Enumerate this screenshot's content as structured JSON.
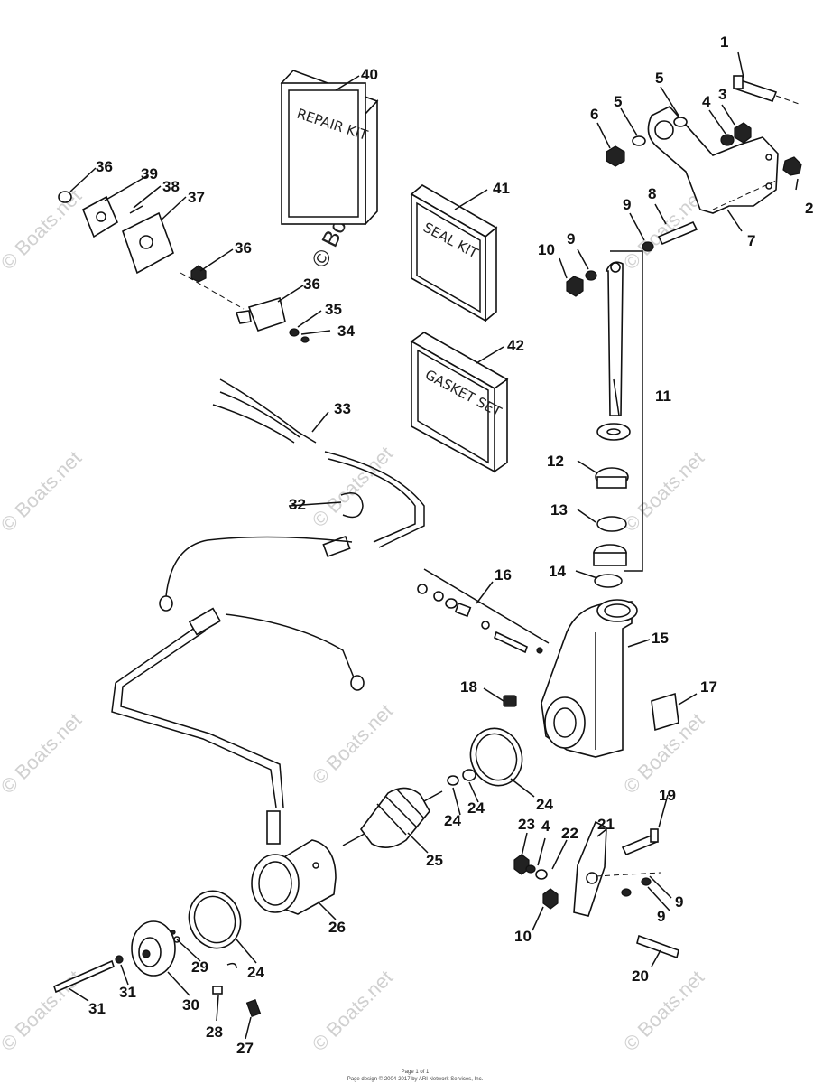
{
  "kits": {
    "repair": "REPAIR KIT",
    "seal": "SEAL KIT",
    "gasket": "GASKET SET"
  },
  "watermark": {
    "main": "© Boats.net",
    "repeat": "© Boats.net"
  },
  "footer": {
    "line1": "Page 1 of 1",
    "line2": "Page design © 2004-2017 by ARI Network Services, Inc."
  },
  "labels": [
    "1",
    "2",
    "3",
    "4",
    "4",
    "5",
    "5",
    "6",
    "7",
    "8",
    "9",
    "9",
    "9",
    "9",
    "10",
    "10",
    "11",
    "12",
    "13",
    "14",
    "15",
    "16",
    "17",
    "18",
    "19",
    "20",
    "21",
    "22",
    "23",
    "24",
    "24",
    "24",
    "24",
    "25",
    "26",
    "27",
    "28",
    "29",
    "30",
    "31",
    "31",
    "32",
    "33",
    "34",
    "35",
    "36",
    "36",
    "36",
    "37",
    "38",
    "39",
    "40",
    "41",
    "42"
  ]
}
